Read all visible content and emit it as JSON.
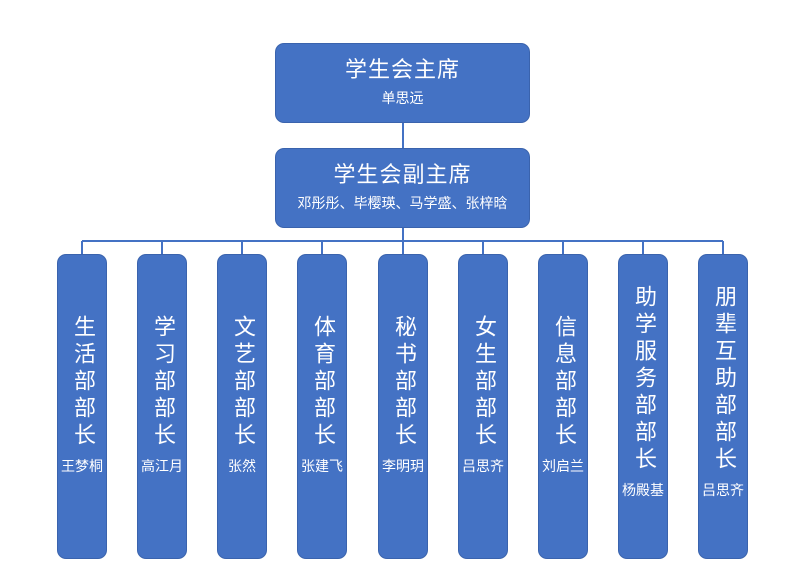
{
  "chair": {
    "title": "学生会主席",
    "name": "单思远"
  },
  "vice_chair": {
    "title": "学生会副主席",
    "names": "邓彤彤、毕樱瑛、马学盛、张梓晗"
  },
  "departments": [
    {
      "title": "生活部部长",
      "name": "王梦桐"
    },
    {
      "title": "学习部部长",
      "name": "高江月"
    },
    {
      "title": "文艺部部长",
      "name": "张然"
    },
    {
      "title": "体育部部长",
      "name": "张建飞"
    },
    {
      "title": "秘书部部长",
      "name": "李明玥"
    },
    {
      "title": "女生部部长",
      "name": "吕思齐"
    },
    {
      "title": "信息部部长",
      "name": "刘启兰"
    },
    {
      "title": "助学服务部部长",
      "name": "杨殿基"
    },
    {
      "title": "朋辈互助部部长",
      "name": "吕思齐"
    }
  ],
  "colors": {
    "node_fill": "#4472c4",
    "connector": "#4472c4",
    "text": "#ffffff"
  }
}
